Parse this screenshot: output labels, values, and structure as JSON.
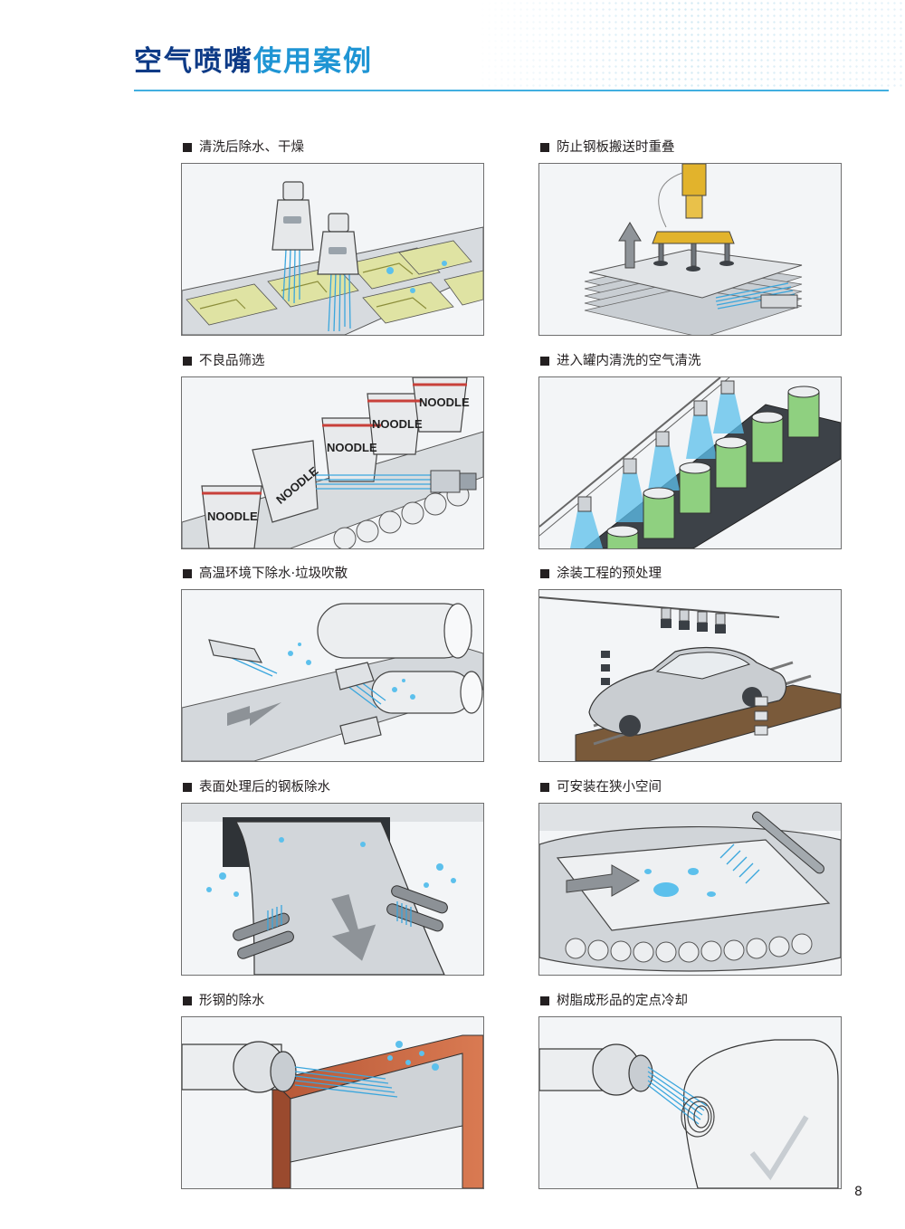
{
  "header": {
    "title_part1": "空气喷嘴",
    "title_part2": "使用案例"
  },
  "colors": {
    "title_dark": "#0d3a86",
    "title_light": "#1f95d4",
    "rule": "#41afe0",
    "air_blast": "#3aa6dd",
    "water": "#5cc0ec"
  },
  "cases": [
    {
      "label": "清洗后除水、干燥",
      "scene": "pcb-drying-nozzles"
    },
    {
      "label": "防止钢板搬送时重叠",
      "scene": "steel-plate-lifting"
    },
    {
      "label": "不良品筛选",
      "scene": "noodle-cup-sorting"
    },
    {
      "label": "进入罐内清洗的空气清洗",
      "scene": "can-air-cleaning"
    },
    {
      "label": "高温环境下除水·垃圾吹散",
      "scene": "hot-sheet-blowing"
    },
    {
      "label": "涂装工程的预处理",
      "scene": "car-body-pretreatment"
    },
    {
      "label": "表面处理后的钢板除水",
      "scene": "steel-strip-drying"
    },
    {
      "label": "可安装在狭小空间",
      "scene": "narrow-space-install"
    },
    {
      "label": "形钢的除水",
      "scene": "shaped-steel-drying"
    },
    {
      "label": "树脂成形品的定点冷却",
      "scene": "resin-part-cooling"
    }
  ],
  "illustration_text": {
    "cup_label": "NOODLE"
  },
  "page_number": "8"
}
